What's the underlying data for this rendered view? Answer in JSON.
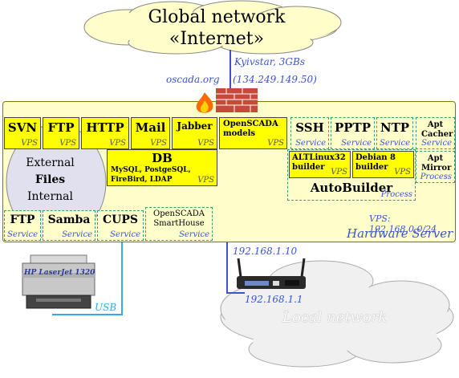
{
  "internet": {
    "line1": "Global network",
    "line2": "«Internet»"
  },
  "uplink": {
    "provider": "Kyivstar, 3GBs",
    "domain": "oscada.org",
    "ip": "(134.249.149.50)"
  },
  "server": {
    "vps_note": "VPS: 192.168.0.0/24",
    "label": "Hardware Server",
    "vps": [
      {
        "title": "SVN",
        "tag": "VPS"
      },
      {
        "title": "FTP",
        "tag": "VPS"
      },
      {
        "title": "HTTP",
        "tag": "VPS"
      },
      {
        "title": "Mail",
        "tag": "VPS"
      },
      {
        "title": "Jabber",
        "tag": "VPS"
      },
      {
        "title": "OpenSCADA models",
        "tag": "VPS"
      }
    ],
    "db": {
      "title": "DB",
      "detail": "MySQL, PostgeSQL, FireBird, LDAP",
      "tag": "VPS"
    },
    "files": {
      "line1": "External",
      "line2": "Files",
      "line3": "Internal"
    },
    "services": [
      {
        "title": "SSH",
        "tag": "Service"
      },
      {
        "title": "PPTP",
        "tag": "Service"
      },
      {
        "title": "NTP",
        "tag": "Service"
      },
      {
        "title": "Apt Cacher",
        "tag": "Service"
      },
      {
        "title": "Apt Mirror",
        "tag": "Process"
      },
      {
        "title": "FTP",
        "tag": "Service"
      },
      {
        "title": "Samba",
        "tag": "Service"
      },
      {
        "title": "CUPS",
        "tag": "Service"
      },
      {
        "title": "OpenSCADA SmartHouse",
        "tag": "Service"
      }
    ],
    "builders": [
      {
        "title": "ALTLinux32 builder",
        "tag": "VPS"
      },
      {
        "title": "Debian 8 builder",
        "tag": "VPS"
      }
    ],
    "autobuilder": {
      "title": "AutoBuilder",
      "tag": "Process"
    }
  },
  "lan": {
    "ip_server": "192.168.1.10",
    "ip_router": "192.168.1.1",
    "label": "Local network"
  },
  "printer": {
    "model": "HP LaserJet 1320",
    "link": "USB"
  },
  "colors": {
    "vps_fill": "#ffff00",
    "service_fill": "#ffffcc",
    "link_blue": "#3a55cc",
    "usb_line": "#33aaee"
  }
}
